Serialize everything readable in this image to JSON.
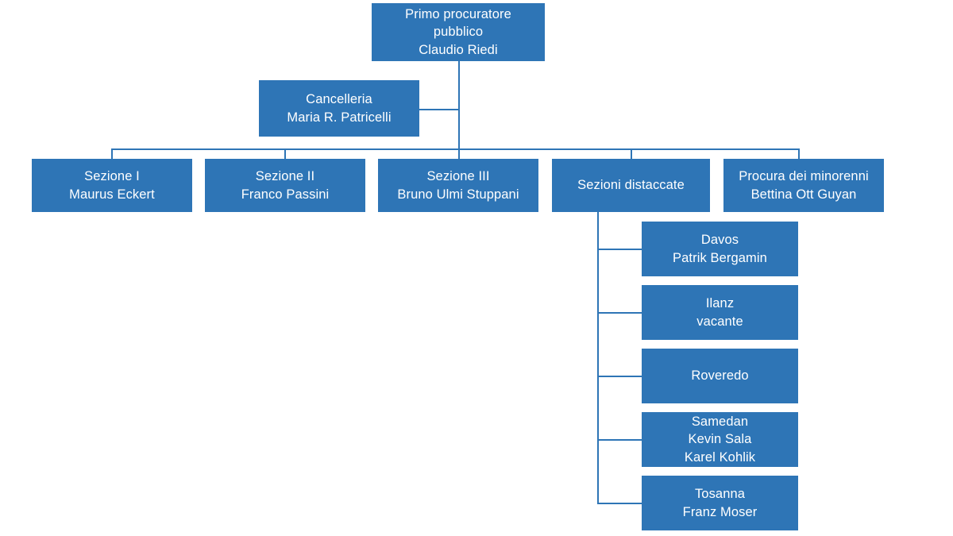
{
  "diagram": {
    "type": "organization-chart",
    "colors": {
      "node_fill": "#2E75B6",
      "node_text": "#FFFFFF",
      "connector": "#2E75B6",
      "background": "#FFFFFF"
    },
    "nodes": {
      "root": {
        "id": "primo-procuratore-pubblico",
        "lines": [
          "Primo procuratore",
          "pubblico",
          "Claudio Riedi"
        ],
        "title": "Primo procuratore pubblico",
        "person": "Claudio Riedi"
      },
      "cancelleria": {
        "id": "cancelleria",
        "lines": [
          "Cancelleria",
          "Maria R. Patricelli"
        ],
        "title": "Cancelleria",
        "person": "Maria R. Patricelli"
      },
      "sections": [
        {
          "id": "sezione-i",
          "lines": [
            "Sezione I",
            "Maurus Eckert"
          ],
          "title": "Sezione I",
          "person": "Maurus Eckert"
        },
        {
          "id": "sezione-ii",
          "lines": [
            "Sezione II",
            "Franco Passini"
          ],
          "title": "Sezione II",
          "person": "Franco Passini"
        },
        {
          "id": "sezione-iii",
          "lines": [
            "Sezione III",
            "Bruno Ulmi Stuppani"
          ],
          "title": "Sezione III",
          "person": "Bruno Ulmi Stuppani"
        },
        {
          "id": "sezioni-distaccate",
          "lines": [
            "Sezioni distaccate"
          ],
          "title": "Sezioni distaccate",
          "person": ""
        },
        {
          "id": "procura-dei-minorenni",
          "lines": [
            "Procura dei minorenni",
            "Bettina Ott Guyan"
          ],
          "title": "Procura dei minorenni",
          "person": "Bettina Ott Guyan"
        }
      ],
      "branch_offices": [
        {
          "id": "davos",
          "lines": [
            "Davos",
            "Patrik Bergamin"
          ],
          "title": "Davos",
          "person": "Patrik Bergamin"
        },
        {
          "id": "ilanz",
          "lines": [
            "Ilanz",
            "vacante"
          ],
          "title": "Ilanz",
          "person": "vacante"
        },
        {
          "id": "roveredo",
          "lines": [
            "Roveredo"
          ],
          "title": "Roveredo",
          "person": ""
        },
        {
          "id": "samedan",
          "lines": [
            "Samedan",
            "Kevin Sala",
            "Karel Kohlik"
          ],
          "title": "Samedan",
          "person": "Kevin Sala, Karel Kohlik"
        },
        {
          "id": "tosanna",
          "lines": [
            "Tosanna",
            "Franz Moser"
          ],
          "title": "Tosanna",
          "person": "Franz Moser"
        }
      ]
    }
  }
}
